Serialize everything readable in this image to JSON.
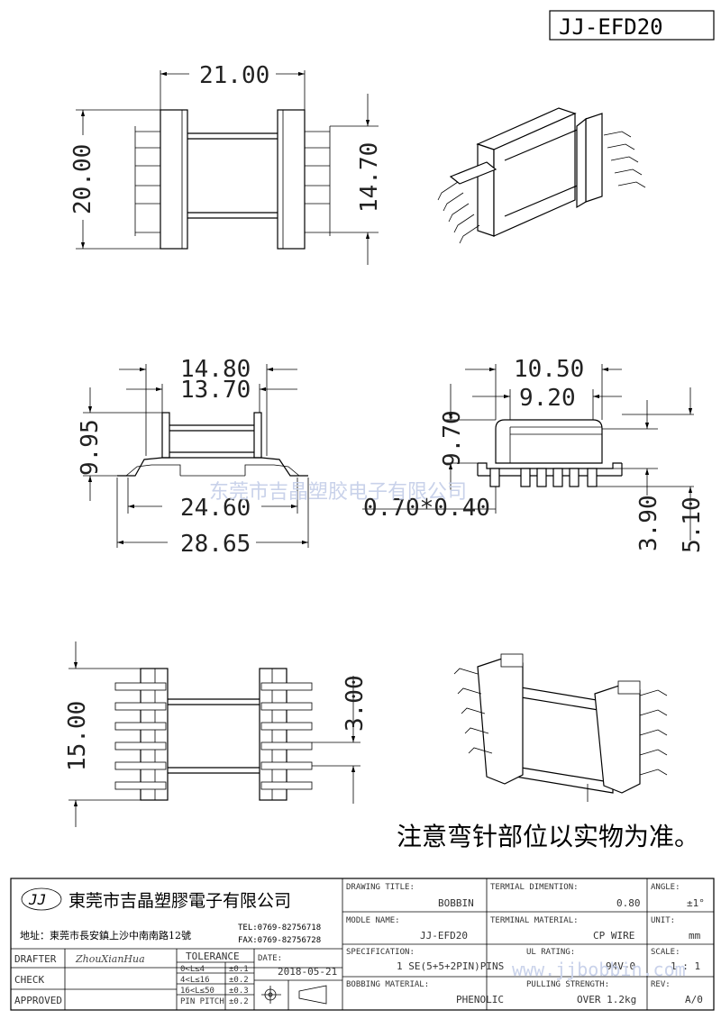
{
  "part_number": "JJ-EFD20",
  "dimensions": {
    "top_width": "21.00",
    "top_height": "20.00",
    "top_pin_span": "14.70",
    "front_outer_top": "14.80",
    "front_inner_top": "13.70",
    "front_height": "9.95",
    "front_pin_span": "24.60",
    "front_overall": "28.65",
    "side_outer_top": "10.50",
    "side_inner_top": "9.20",
    "side_height": "9.70",
    "side_pin_size": "0.70*0.40",
    "side_pin_height": "3.90",
    "side_overall_height": "5.10",
    "bottom_height": "15.00",
    "bottom_pin_pitch": "3.00"
  },
  "watermark": "东莞市吉晶塑胶电子有限公司",
  "note": "注意弯针部位以实物为准。",
  "website": "www.jjbobbin.com",
  "company": {
    "logo": "JJ",
    "name": "東莞市吉晶塑膠電子有限公司",
    "address": "地址：東莞市長安鎮上沙中南南路12號",
    "tel": "TEL:0769-82756718",
    "fax": "FAX:0769-82756728"
  },
  "title_block": {
    "drafter_label": "DRAFTER",
    "drafter_value": "ZhouXianHua",
    "check_label": "CHECK",
    "approved_label": "APPROVED",
    "tolerance_label": "TOLERANCE",
    "tol_rows": [
      {
        "range": "0<L≤4",
        "tol": "±0.1"
      },
      {
        "range": "4<L≤16",
        "tol": "±0.2"
      },
      {
        "range": "16<L≤50",
        "tol": "±0.3"
      },
      {
        "range": "PIN PITCH",
        "tol": "±0.2"
      }
    ],
    "date_label": "DATE:",
    "date_value": "2018-05-21",
    "drawing_title_label": "DRAWING TITLE:",
    "drawing_title_value": "BOBBIN",
    "terminal_dimention_label": "TERMIAL DIMENTION:",
    "terminal_dimention_value": "0.80",
    "angle_label": "ANGLE:",
    "angle_value": "±1°",
    "module_name_label": "MODLE NAME:",
    "module_name_value": "JJ-EFD20",
    "terminal_material_label": "TERMINAL MATERIAL:",
    "terminal_material_value": "CP WIRE",
    "unit_label": "UNIT:",
    "unit_value": "mm",
    "specification_label": "SPECIFICATION:",
    "specification_value": "1 SE(5+5+2PIN)PINS",
    "ul_rating_label": "UL RATING:",
    "ul_rating_value": "94V-0",
    "scale_label": "SCALE:",
    "scale_value": "1 : 1",
    "bobbing_material_label": "BOBBING MATERIAL:",
    "bobbing_material_value": "PHENOLIC",
    "pulling_strength_label": "PULLING STRENGTH:",
    "pulling_strength_value": "OVER 1.2kg",
    "rev_label": "REV:",
    "rev_value": "A/0"
  }
}
